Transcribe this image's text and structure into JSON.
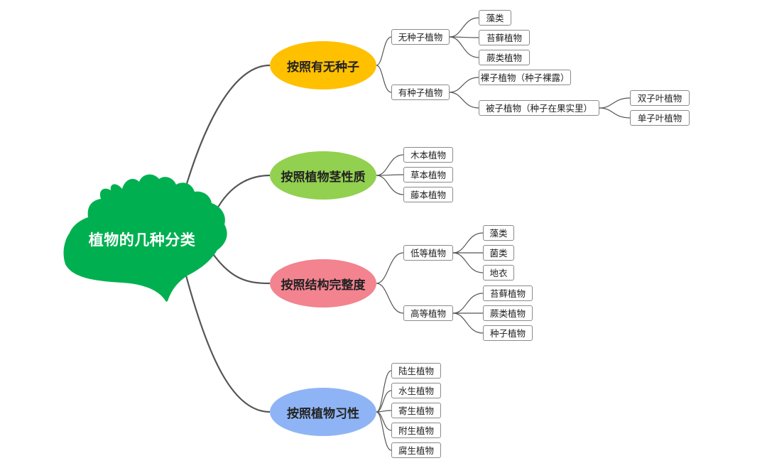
{
  "root": {
    "label": "植物的几种分类",
    "color": "#00b050"
  },
  "categories": [
    {
      "label": "按照有无种子",
      "color": "#ffc000"
    },
    {
      "label": "按照植物茎性质",
      "color": "#92d050"
    },
    {
      "label": "按照结构完整度",
      "color": "#f2838f"
    },
    {
      "label": "按照植物习性",
      "color": "#8fb4f5"
    }
  ],
  "nodes": {
    "c0_a": "无种子植物",
    "c0_a_1": "藻类",
    "c0_a_2": "苔藓植物",
    "c0_a_3": "蕨类植物",
    "c0_b": "有种子植物",
    "c0_b_1": "裸子植物（种子裸露）",
    "c0_b_2": "被子植物（种子在果实里）",
    "c0_b_2_1": "双子叶植物",
    "c0_b_2_2": "单子叶植物",
    "c1_1": "木本植物",
    "c1_2": "草本植物",
    "c1_3": "藤本植物",
    "c2_a": "低等植物",
    "c2_a_1": "藻类",
    "c2_a_2": "菌类",
    "c2_a_3": "地衣",
    "c2_b": "高等植物",
    "c2_b_1": "苔藓植物",
    "c2_b_2": "蕨类植物",
    "c2_b_3": "种子植物",
    "c3_1": "陆生植物",
    "c3_2": "水生植物",
    "c3_3": "寄生植物",
    "c3_4": "附生植物",
    "c3_5": "腐生植物"
  },
  "line_color": "#555555"
}
